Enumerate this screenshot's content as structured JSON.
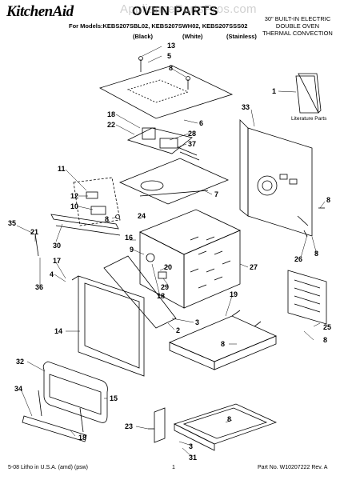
{
  "header": {
    "brand": "KitchenAid",
    "title": "OVEN PARTS",
    "watermark": "AppliancePartsPros.com",
    "models_line": "For Models:KEBS207SBL02, KEBS207SWH02, KEBS207SSS02",
    "variants": [
      "(Black)",
      "(White)",
      "(Stainless)"
    ],
    "description": [
      "30\" BUILT-IN ELECTRIC",
      "DOUBLE OVEN",
      "THERMAL CONVECTION"
    ]
  },
  "labels": {
    "literature_parts": "Literature Parts"
  },
  "callouts": [
    {
      "id": "c13",
      "text": "13"
    },
    {
      "id": "c5",
      "text": "5"
    },
    {
      "id": "c8a",
      "text": "8"
    },
    {
      "id": "c18a",
      "text": "18"
    },
    {
      "id": "c22",
      "text": "22"
    },
    {
      "id": "c6",
      "text": "6"
    },
    {
      "id": "c28",
      "text": "28"
    },
    {
      "id": "c37",
      "text": "37"
    },
    {
      "id": "c7",
      "text": "7"
    },
    {
      "id": "c11",
      "text": "11"
    },
    {
      "id": "c12",
      "text": "12"
    },
    {
      "id": "c10",
      "text": "10"
    },
    {
      "id": "c8b",
      "text": "8"
    },
    {
      "id": "c24",
      "text": "24"
    },
    {
      "id": "c33",
      "text": "33"
    },
    {
      "id": "c1",
      "text": "1"
    },
    {
      "id": "c8c",
      "text": "8"
    },
    {
      "id": "c35",
      "text": "35"
    },
    {
      "id": "c21",
      "text": "21"
    },
    {
      "id": "c30",
      "text": "30"
    },
    {
      "id": "c16",
      "text": "16"
    },
    {
      "id": "c9",
      "text": "9"
    },
    {
      "id": "c26",
      "text": "26"
    },
    {
      "id": "c8d",
      "text": "8"
    },
    {
      "id": "c17",
      "text": "17"
    },
    {
      "id": "c4",
      "text": "4"
    },
    {
      "id": "c36",
      "text": "36"
    },
    {
      "id": "c20",
      "text": "20"
    },
    {
      "id": "c29",
      "text": "29"
    },
    {
      "id": "c18b",
      "text": "18"
    },
    {
      "id": "c27",
      "text": "27"
    },
    {
      "id": "c19",
      "text": "19"
    },
    {
      "id": "c3a",
      "text": "3"
    },
    {
      "id": "c2",
      "text": "2"
    },
    {
      "id": "c25",
      "text": "25"
    },
    {
      "id": "c8e",
      "text": "8"
    },
    {
      "id": "c14",
      "text": "14"
    },
    {
      "id": "c8f",
      "text": "8"
    },
    {
      "id": "c32",
      "text": "32"
    },
    {
      "id": "c15",
      "text": "15"
    },
    {
      "id": "c34",
      "text": "34"
    },
    {
      "id": "c18c",
      "text": "18"
    },
    {
      "id": "c23",
      "text": "23"
    },
    {
      "id": "c8g",
      "text": "8"
    },
    {
      "id": "c3b",
      "text": "3"
    },
    {
      "id": "c31",
      "text": "31"
    }
  ],
  "footer": {
    "left": "5-08 Litho in U.S.A. (amd) (psw)",
    "center": "1",
    "right": "Part No. W10207222 Rev. A"
  }
}
